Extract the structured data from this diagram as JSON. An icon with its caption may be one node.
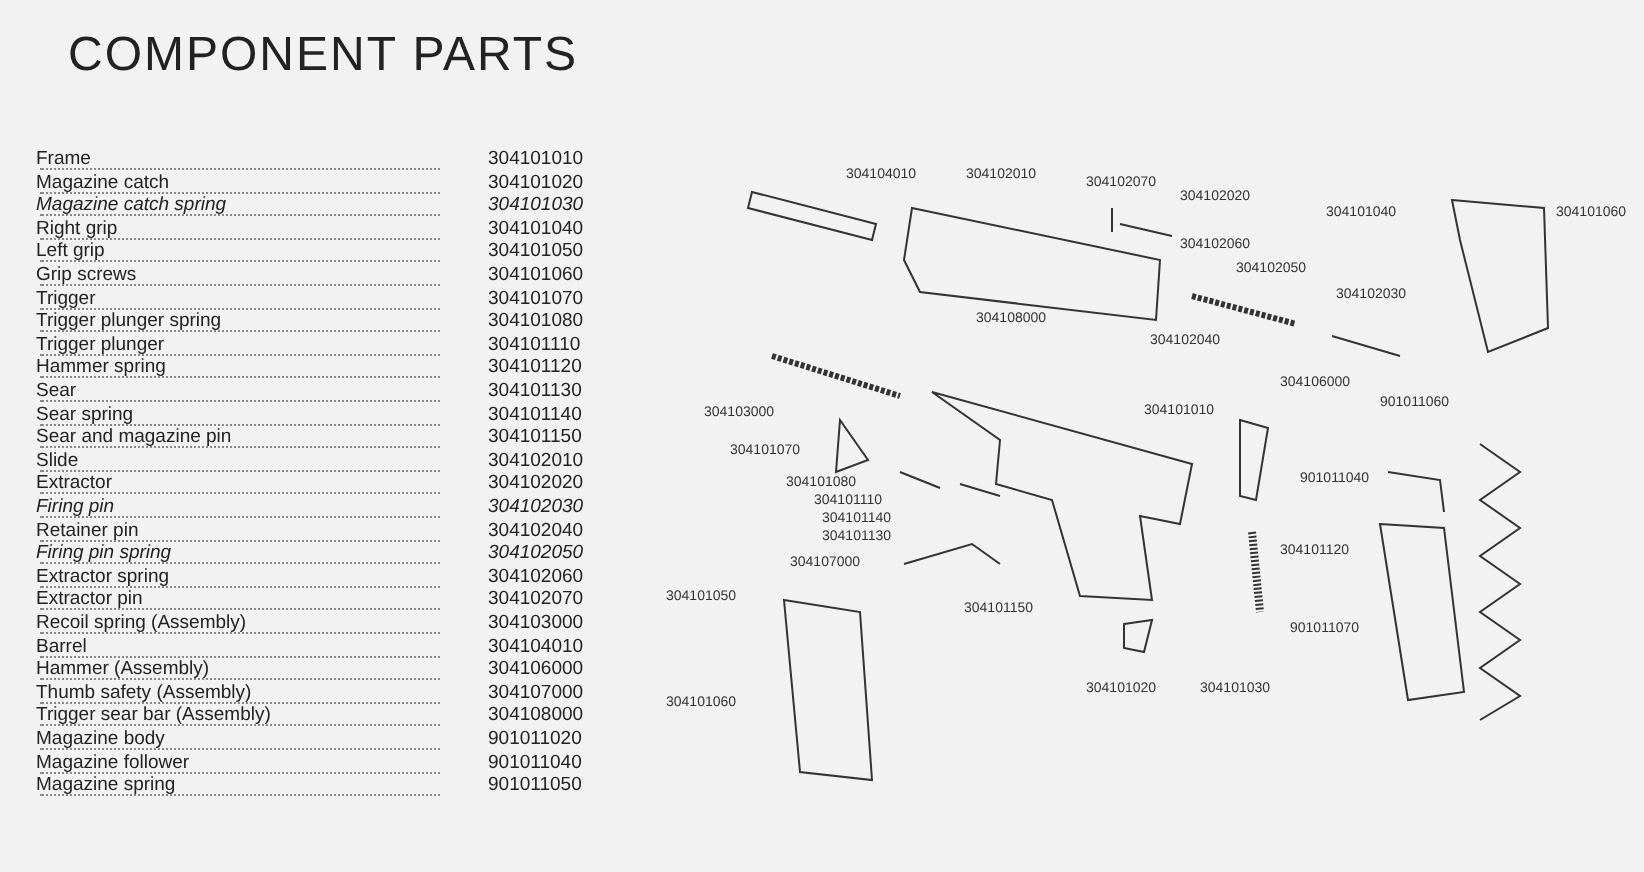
{
  "diagram": {
    "title": "COMPONENT PARTS",
    "labels": [
      "Frame",
      "304101010",
      "Magazine catch",
      "304101020",
      "Magazine catch spring",
      "304101030",
      "Right grip",
      "304101040",
      "Left grip",
      "304101050",
      "Grip screws",
      "304101060",
      "Trigger",
      "304101070",
      "Trigger plunger spring",
      "304101080",
      "Trigger plunger",
      "304101110",
      "Hammer spring",
      "304101120",
      "Sear",
      "304101130",
      "Sear spring",
      "304101140",
      "Sear and magazine pin",
      "304101150",
      "Slide",
      "304102010",
      "Extractor",
      "304102020",
      "Firing pin",
      "304102030",
      "Retainer pin",
      "304102040",
      "Firing pin spring",
      "304102050",
      "Extractor spring",
      "304102060",
      "Extractor pin",
      "304102070",
      "Recoil spring (Assembly)",
      "304103000",
      "Barrel",
      "304104010",
      "Hammer (Assembly)",
      "304106000",
      "Thumb safety (Assembly)",
      "304107000",
      "Trigger sear bar (Assembly)",
      "304108000",
      "Magazine body",
      "901011020",
      "Magazine follower",
      "901011040",
      "Magazine spring",
      "901011050",
      "304104010",
      "304102010",
      "304102070",
      "304102020",
      "304101040",
      "304101060",
      "304102060",
      "304102050",
      "304102030",
      "304108000",
      "304102040",
      "304103000",
      "304101010",
      "304106000",
      "901011060",
      "304101070",
      "304101080",
      "304101110",
      "304101140",
      "304101130",
      "304107000",
      "304101050",
      "304101150",
      "901011040",
      "304101120",
      "901011070",
      "304101060",
      "304101020",
      "304101030"
    ]
  }
}
